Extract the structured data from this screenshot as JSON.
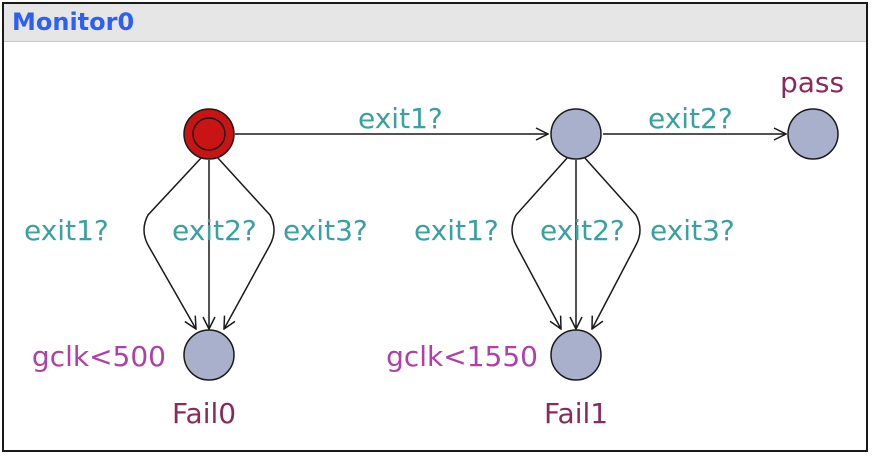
{
  "template": {
    "name": "Monitor0"
  },
  "colors": {
    "title": "#2f5ff0",
    "sync": "#3aa0a0",
    "location_name": "#8a2a5a",
    "invariant": "#b040a8",
    "location_fill": "#a9b0cc",
    "initial_fill": "#c81414",
    "edge": "#1a1a1a"
  },
  "locations": {
    "init": {
      "name": "",
      "invariant": "",
      "initial": true
    },
    "mid": {
      "name": "",
      "invariant": ""
    },
    "pass": {
      "name": "pass",
      "invariant": ""
    },
    "fail0": {
      "name": "Fail0",
      "invariant": "gclk<500"
    },
    "fail1": {
      "name": "Fail1",
      "invariant": "gclk<1550"
    }
  },
  "edges": {
    "init_mid": {
      "sync": "exit1?"
    },
    "mid_pass": {
      "sync": "exit2?"
    },
    "init_fail0_a": {
      "sync": "exit1?"
    },
    "init_fail0_b": {
      "sync": "exit2?"
    },
    "init_fail0_c": {
      "sync": "exit3?"
    },
    "mid_fail1_a": {
      "sync": "exit1?"
    },
    "mid_fail1_b": {
      "sync": "exit2?"
    },
    "mid_fail1_c": {
      "sync": "exit3?"
    }
  }
}
